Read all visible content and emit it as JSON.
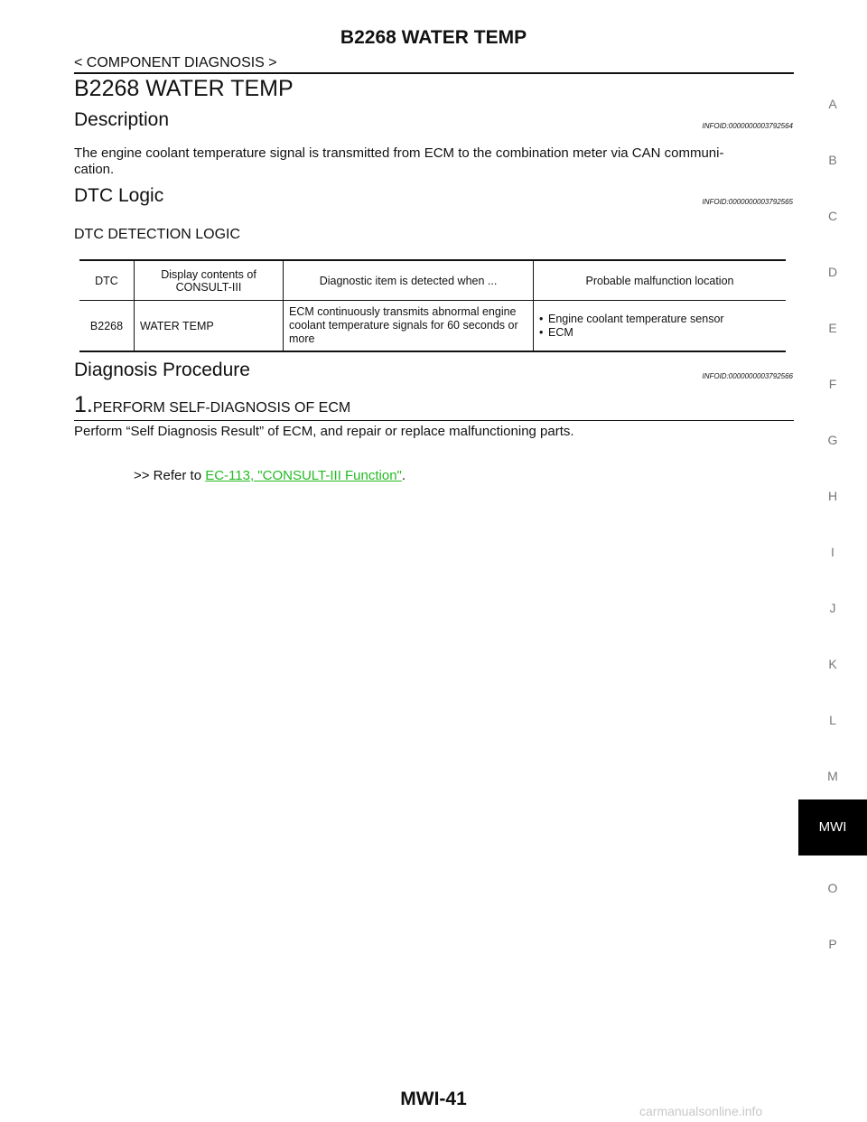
{
  "header": {
    "title": "B2268 WATER TEMP",
    "subtitle": "< COMPONENT DIAGNOSIS >"
  },
  "page_title": "B2268 WATER TEMP",
  "description": {
    "heading": "Description",
    "infoid": "INFOID:0000000003792564",
    "text": "The engine coolant temperature signal is transmitted from ECM to the combination meter via CAN communi-\ncation."
  },
  "dtc_logic": {
    "heading": "DTC Logic",
    "infoid": "INFOID:0000000003792565",
    "subheading": "DTC DETECTION LOGIC",
    "table": {
      "headers": [
        "DTC",
        "Display contents of CONSULT-III",
        "Diagnostic item is detected when ...",
        "Probable malfunction location"
      ],
      "row": {
        "dtc": "B2268",
        "display": "WATER TEMP",
        "detected_when": "ECM continuously transmits abnormal engine coolant temperature signals for 60 seconds or more",
        "causes": [
          "Engine coolant temperature sensor",
          "ECM"
        ]
      }
    }
  },
  "diagnosis": {
    "heading": "Diagnosis Procedure",
    "infoid": "INFOID:0000000003792566",
    "step_number": "1.",
    "step_title": "PERFORM SELF-DIAGNOSIS OF ECM",
    "step_text": "Perform “Self Diagnosis Result” of ECM, and repair or replace malfunctioning parts.",
    "refer_prefix": ">> Refer to ",
    "refer_link": "EC-113, \"CONSULT-III Function\"",
    "refer_suffix": "."
  },
  "side_tabs": [
    "A",
    "B",
    "C",
    "D",
    "E",
    "F",
    "G",
    "H",
    "I",
    "J",
    "K",
    "L",
    "M",
    "MWI",
    "O",
    "P"
  ],
  "active_tab": "MWI",
  "footer": "MWI-41",
  "watermark": "carmanualsonline.info"
}
